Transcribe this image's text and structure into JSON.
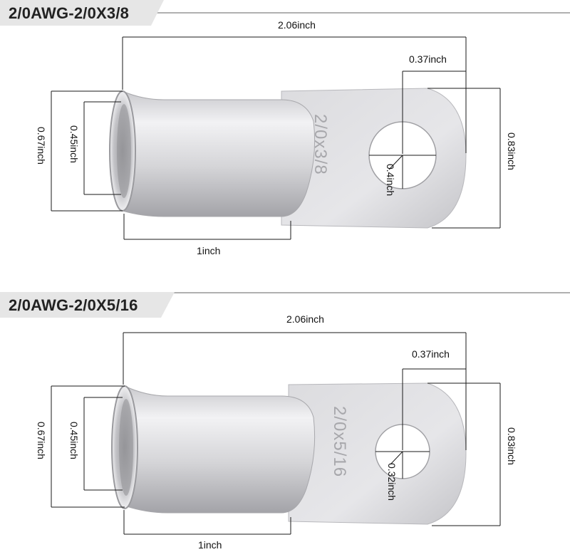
{
  "panels": [
    {
      "title": "2/0AWG-2/0X3/8",
      "stamp": "2/0x3/8",
      "dims": {
        "total_length": "2.06inch",
        "hole_offset": "0.37inch",
        "outer_diameter": "0.67inch",
        "inner_diameter": "0.45inch",
        "tongue_width": "0.83inch",
        "hole_diameter": "0.4inch",
        "barrel_length": "1inch"
      }
    },
    {
      "title": "2/0AWG-2/0X5/16",
      "stamp": "2/0x5/16",
      "dims": {
        "total_length": "2.06inch",
        "hole_offset": "0.37inch",
        "outer_diameter": "0.67inch",
        "inner_diameter": "0.45inch",
        "tongue_width": "0.83inch",
        "hole_diameter": "0.32inch",
        "barrel_length": "1inch"
      }
    }
  ],
  "colors": {
    "banner_fill": "#e6e6e6",
    "banner_line": "#b0b0b0",
    "metal_light": "#e8e8ea",
    "metal_dark": "#a9a9ad",
    "dim_line": "#1a1a1a"
  }
}
